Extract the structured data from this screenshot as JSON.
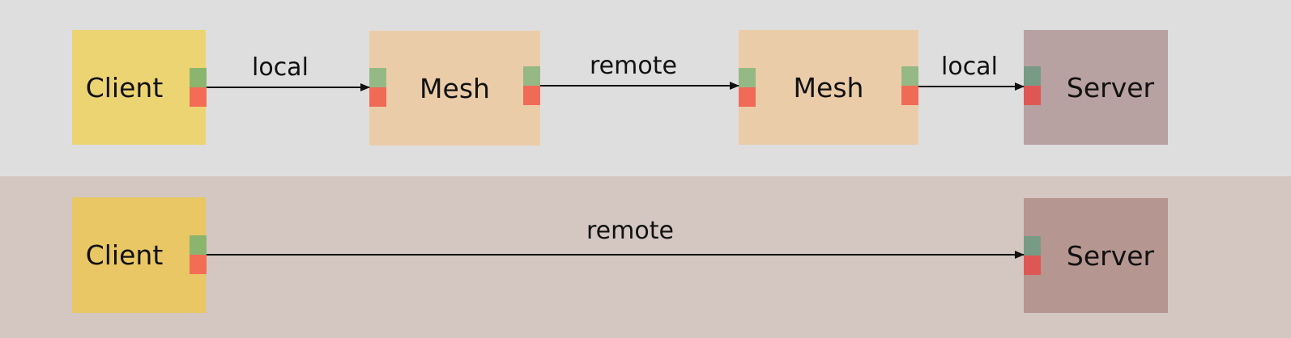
{
  "top_row": {
    "client_label": "Client",
    "mesh_1_label": "Mesh",
    "mesh_2_label": "Mesh",
    "server_label": "Server",
    "edge_1_label": "local",
    "edge_2_label": "remote",
    "edge_3_label": "local"
  },
  "bottom_row": {
    "client_label": "Client",
    "server_label": "Server",
    "edge_label": "remote"
  },
  "colors": {
    "top_background": "#dedede",
    "bottom_background": "#d4c7c1",
    "client": "#edd473",
    "mesh": "#ebcca9",
    "server": "#b8a1a1",
    "port_green": "#8bb56e",
    "port_red": "#f36d55",
    "arrow": "#111111"
  }
}
